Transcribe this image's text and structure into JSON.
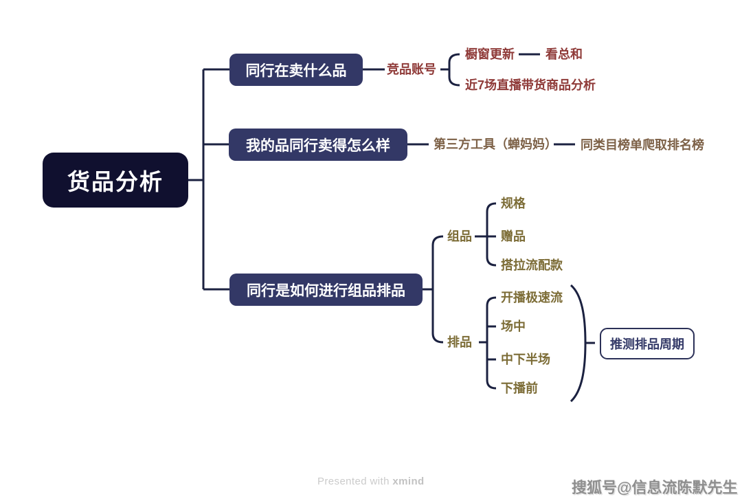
{
  "root": {
    "label": "货品分析"
  },
  "branches": [
    {
      "label": "同行在卖什么品",
      "text_color": "#8f3a38",
      "children": [
        {
          "label": "竞品账号",
          "children": [
            {
              "label": "橱窗更新",
              "children": [
                {
                  "label": "看总和"
                }
              ]
            },
            {
              "label": "近7场直播带货商品分析"
            }
          ]
        }
      ]
    },
    {
      "label": "我的品同行卖得怎么样",
      "text_color": "#7d6147",
      "children": [
        {
          "label": "第三方工具（蝉妈妈）",
          "children": [
            {
              "label": "同类目榜单爬取排名榜"
            }
          ]
        }
      ]
    },
    {
      "label": "同行是如何进行组品排品",
      "text_color": "#7c6c36",
      "children": [
        {
          "label": "组品",
          "children": [
            {
              "label": "规格"
            },
            {
              "label": "赠品"
            },
            {
              "label": "搭拉流配款"
            }
          ]
        },
        {
          "label": "排品",
          "children": [
            {
              "label": "开播极速流"
            },
            {
              "label": "场中"
            },
            {
              "label": "中下半场"
            },
            {
              "label": "下播前"
            }
          ],
          "summary": {
            "label": "推测排品周期"
          }
        }
      ]
    }
  ],
  "footer": {
    "prefix": "Presented with ",
    "brand": "xmind"
  },
  "watermark": {
    "text": "搜狐号@信息流陈默先生"
  },
  "colors": {
    "background": "#ffffff",
    "root_bg": "#10102f",
    "topic_bg": "#333866",
    "connector_line": "#1b2140",
    "branch1_text": "#8f3a38",
    "branch2_text": "#7d6147",
    "branch3_text": "#7c6c36",
    "summary_border": "#2b3057",
    "summary_text": "#343a68",
    "footer_text": "#cbcbcb",
    "watermark_text": "#8f8f8f"
  }
}
